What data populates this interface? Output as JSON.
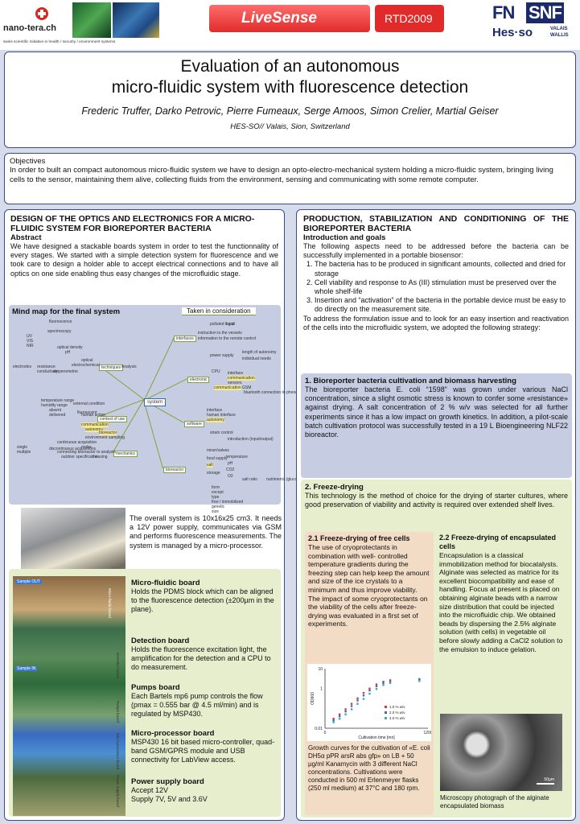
{
  "header": {
    "logo_text": "nano-tera.ch",
    "logo_tagline": "swiss scientific initiative in health / security / environment systems",
    "project": "LiveSense",
    "rtd": "RTD2009",
    "fns": "FN",
    "snf": "SNF",
    "hesso": "Hes·so",
    "hesso_sub1": "VALAIS",
    "hesso_sub2": "WALLIS"
  },
  "title": {
    "line1": "Evaluation of an autonomous",
    "line2": "micro-fluidic system with fluorescence detection",
    "authors": "Frederic Truffer, Darko Petrovic, Pierre Fumeaux, Serge Amoos, Simon Crelier, Martial Geiser",
    "affiliation": "HES-SO// Valais, Sion, Switzerland"
  },
  "objectives": {
    "heading": "Objectives",
    "text": "In order to built an compact autonomous micro-fluidic system we have to design an opto-electro-mechanical system holding a micro-fluidic system, bringing living cells to the sensor, maintaining them alive, collecting fluids from the environment, sensing and communicating with some remote computer."
  },
  "left": {
    "heading": "DESIGN OF THE OPTICS AND ELECTRONICS FOR A MICRO-FLUIDIC SYSTEM FOR BIOREPORTER BACTERIA",
    "abstract_title": "Abstract",
    "abstract": "We have designed a stackable boards system in order to test the functionnality of every stages. We started with a simple detection system for fluorescence and we took care to design a holder able to accept electrical connections and to have all optics on one side enabling thus easy changes of the microfluidic stage.",
    "mindmap_title": "Mind map for the final system",
    "mindmap_note": "Taken in consideration",
    "mindmap_nodes": [
      "system",
      "interfaces",
      "electronic",
      "software",
      "bioreactor",
      "mechanics",
      "context of use",
      "techniques",
      "Analysis",
      "optical",
      "fluorescence",
      "spectroscopy",
      "UV",
      "VIS",
      "NIR",
      "optical density",
      "pH",
      "electrochemical",
      "electrodes",
      "resistance",
      "conductivity",
      "amperometrie",
      "polluted liquid",
      "input",
      "instruction to the vessels",
      "information to the remote control",
      "power supply",
      "length of autonomy",
      "individual needs",
      "CPU",
      "interface",
      "communication",
      "sensors",
      "GSM",
      "bluetooth connection to phone",
      "communication",
      "interface",
      "human interface",
      "autonomy",
      "temperature range",
      "humidity range",
      "external condition",
      "absent",
      "delivered",
      "human action",
      "communication",
      "autonomy",
      "continuous acquisition",
      "single",
      "multiple",
      "discontinuous acquisitions",
      "probe",
      "bioreactor",
      "environment sampling",
      "connecting bioreactor to analysis",
      "outdoor specification",
      "housing",
      "strain control",
      "introduction (input/output)",
      "mixer/valves",
      "food supply",
      "salt",
      "storage",
      "temperature",
      "pH",
      "CO2",
      "O2",
      "salt ratio",
      "nutriments (glucose)",
      "form",
      "except",
      "type",
      "free / immobilized",
      "genetic",
      "size",
      "fluorescent"
    ],
    "overall": "The overall system is 10x16x25 cm3. It needs a 12V power supply, communicates via GSM and performs fluorescence measurements. The system is managed by a micro-processor.",
    "photo_labels": [
      "Sample OUT",
      "Sample IN",
      "Micro-fluidic board",
      "Detection board",
      "Pumps board",
      "Micro-processor board",
      "Power supply board"
    ],
    "boards": [
      {
        "title": "Micro-fluidic board",
        "text": "Holds the PDMS block which can be aligned to the fluorescence detection (±200µm in the plane)."
      },
      {
        "title": "Detection board",
        "text": "Holds the fluorescence excitation light, the amplification for the detection and a CPU to do measurement."
      },
      {
        "title": "Pumps board",
        "text": "Each Bartels mp6 pump controls the flow (pmax = 0.555 bar @ 4.5 ml/min) and is regulated by MSP430."
      },
      {
        "title": "Micro-processor board",
        "text": "MSP430 16 bit based micro-controller, quad-band GSM/GPRS module and USB connectivity for LabView access."
      },
      {
        "title": "Power supply board",
        "text": "Accept 12V\nSupply 7V, 5V and 3.6V"
      }
    ]
  },
  "right": {
    "heading": "PRODUCTION, STABILIZATION AND CONDITIONING OF THE BIOREPORTER BACTERIA",
    "intro_title": "Introduction and goals",
    "intro": "The following aspects need to be addressed before the bacteria can be successfully implemented in a portable biosensor:",
    "goals": [
      "The bacteria has to be produced in significant amounts, collected and dried for storage",
      "Cell viability and response to As (III) stimulation must be preserved over the whole shelf-life",
      "Insertion and “activation” of the bacteria in the portable device must be easy to do directly on the measurement site."
    ],
    "strategy": "To address the formulation issue and to look for an easy insertion and reactivation of the cells into the microfluidic system, we adopted the following strategy:",
    "s1_title": "1. Bioreporter bacteria cultivation and biomass harvesting",
    "s1_text": "The bioreporter bacteria E. coli “1598” was grown under various NaCl concentration, since a slight osmotic stress is known to confer some «resistance» against drying. A salt concentration of 2 % w/v was selected for all further experiments since it has a low impact on growth kinetics. In addition, a pilot-scale batch cultivation protocol was successfully tested in a 19 L Bioengineering NLF22 bioreactor.",
    "s2_title": "2. Freeze-drying",
    "s2_text": "This technology is the method of choice for the drying of starter cultures, where good preservation of viability and activity is required over extended shelf lives.",
    "s21_title": "2.1 Freeze-drying of free cells",
    "s21_text1": "The use of cryoprotectants in combination with well- controlled temperature gradients during the freezing step can help keep the amount and size of the ice crystals to a minimum and thus improve viability.",
    "s21_text2": "The impact of some cryoprotectants on the viability of the cells after freeze-drying was evaluated in a first set of experiments.",
    "s21_caption": "Growth curves for the cultivation of «E. coli DH5α pPR arsR abs gfp» on LB + 50 µg/ml Kanamycin with 3 different NaCl concentrations. Cultivations were conducted in 500 ml Erlenmeyer flasks (250 ml medium) at 37°C and 180 rpm.",
    "s22_title": "2.2 Freeze-drying of encapsulated cells",
    "s22_text": "Encapsulation is a classical immobilization method for biocatalysts. Alginate was selected as matrice for its excellent biocompatibility and ease of handling. Focus at present is placed on obtaining alginate beads with a narrow size distribution that could be injected into the microfluidic chip. We obtained beads by dispersing the 2.5% alginate solution (with cells) in vegetable oil before slowly adding a CaCl2 solution to the emulsion to induce gelation.",
    "micro_caption": "Microscopy photograph of the alginate encapsulated biomass",
    "scalebar": "50µm"
  },
  "chart_data": {
    "type": "scatter",
    "xlabel": "Cultivation time [mn]",
    "ylabel": "OD600",
    "xlim": [
      0,
      1200
    ],
    "ylim": [
      0.01,
      10
    ],
    "yscale": "log",
    "x_ticks": [
      "0",
      "1200"
    ],
    "y_ticks": [
      "10",
      "1",
      "0.01"
    ],
    "legend": "inside-right",
    "series": [
      {
        "name": "1.0 % w/v",
        "color": "#d03a3a",
        "x": [
          100,
          170,
          240,
          310,
          380,
          450,
          520,
          600,
          680,
          760,
          1100
        ],
        "y": [
          0.03,
          0.05,
          0.09,
          0.17,
          0.32,
          0.6,
          1.0,
          1.6,
          2.2,
          2.6,
          3.0
        ]
      },
      {
        "name": "2.0 % w/v",
        "color": "#3a6ad0",
        "x": [
          100,
          170,
          240,
          310,
          380,
          450,
          520,
          600,
          680,
          760,
          1100
        ],
        "y": [
          0.025,
          0.04,
          0.07,
          0.13,
          0.25,
          0.45,
          0.8,
          1.3,
          1.9,
          2.3,
          2.8
        ]
      },
      {
        "name": "4.0 % w/v",
        "color": "#3ab0a0",
        "x": [
          100,
          170,
          240,
          310,
          380,
          450,
          520,
          600,
          680,
          760,
          1100
        ],
        "y": [
          0.02,
          0.03,
          0.05,
          0.09,
          0.17,
          0.3,
          0.55,
          0.95,
          1.5,
          1.9,
          2.4
        ]
      }
    ]
  }
}
